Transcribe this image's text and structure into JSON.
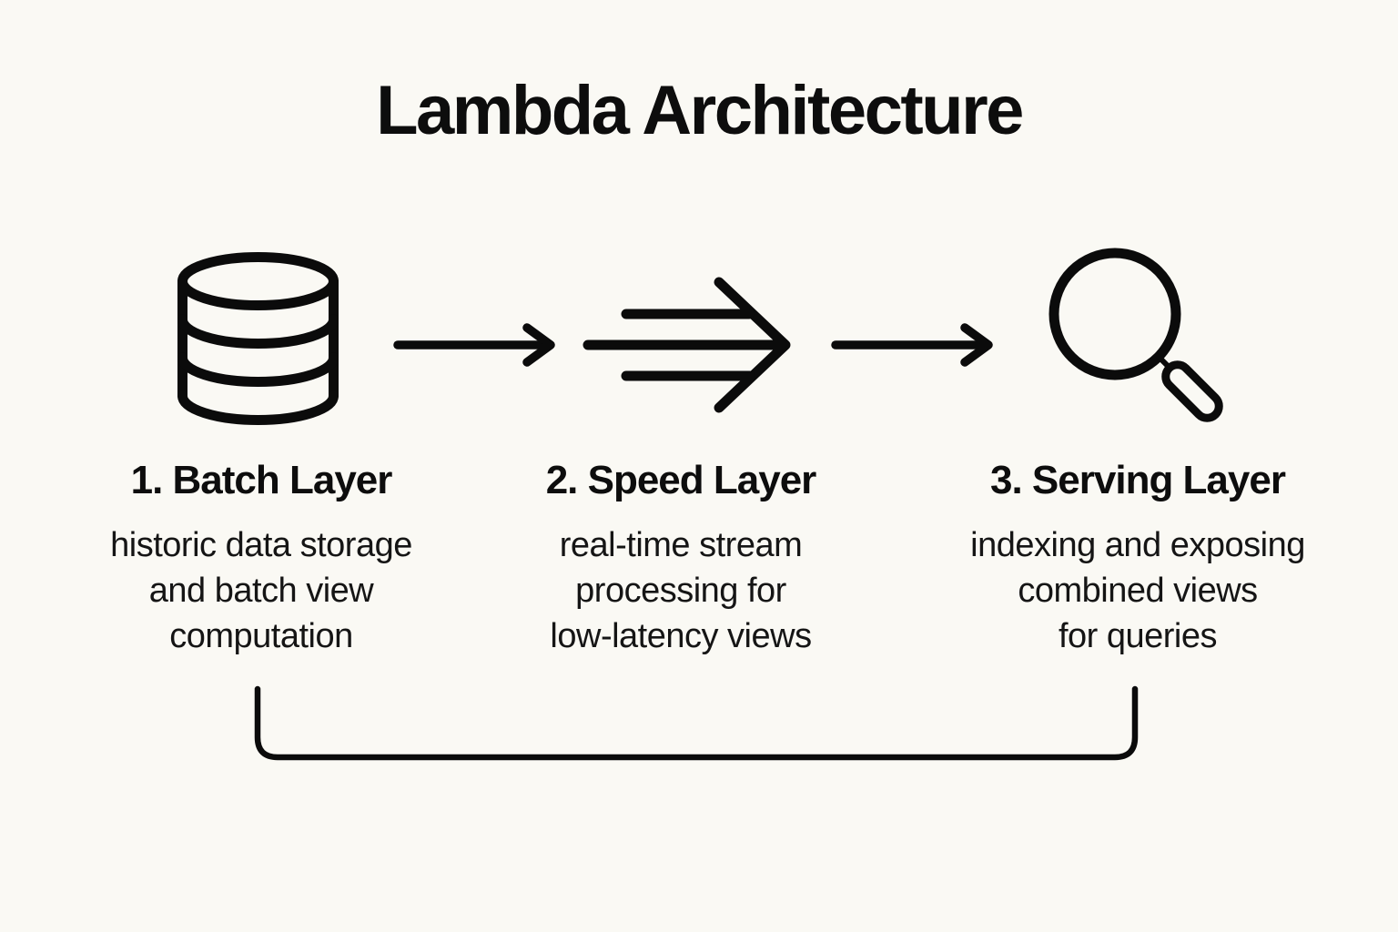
{
  "title": "Lambda Architecture",
  "layers": [
    {
      "icon": "database-icon",
      "heading": "1. Batch Layer",
      "description": "historic data storage\nand batch view\ncomputation"
    },
    {
      "icon": "speed-stream-icon",
      "heading": "2. Speed Layer",
      "description": "real-time stream\nprocessing for\nlow-latency views"
    },
    {
      "icon": "magnifier-icon",
      "heading": "3. Serving Layer",
      "description": "indexing and exposing\ncombined views\nfor queries"
    }
  ],
  "connectors": {
    "flow_arrows": [
      "batch-to-speed",
      "speed-to-serving"
    ],
    "feedback_bracket": "serving-back-to-batch"
  },
  "colors": {
    "background": "#FAF9F4",
    "ink": "#121212",
    "icon_stroke": "#0B0B0B"
  }
}
